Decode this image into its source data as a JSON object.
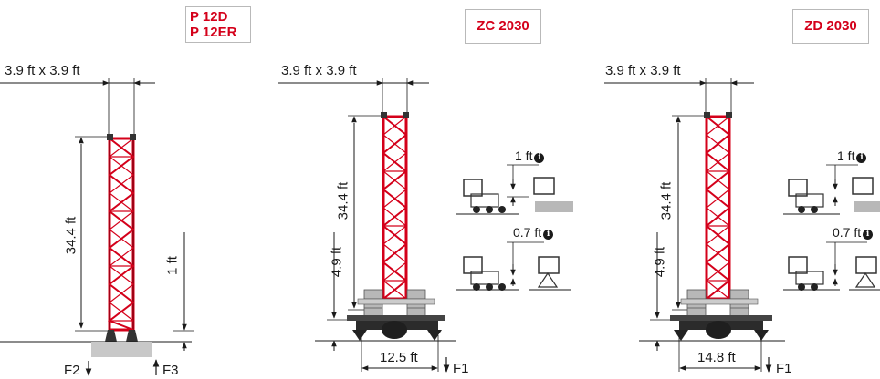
{
  "panels": [
    {
      "model_lines": [
        "P 12D",
        "P 12ER"
      ],
      "section": "3.9 ft x 3.9 ft",
      "height": "34.4 ft",
      "pad": "1 ft",
      "force_left": "F2",
      "force_right": "F3"
    },
    {
      "model_lines": [
        "ZC 2030"
      ],
      "section": "3.9 ft x 3.9 ft",
      "height": "34.4 ft",
      "base_height": "4.9 ft",
      "base_width": "12.5 ft",
      "force": "F1",
      "detail_top": "1 ft",
      "detail_bottom": "0.7 ft",
      "info_icon": "info-circle-icon"
    },
    {
      "model_lines": [
        "ZD 2030"
      ],
      "section": "3.9 ft x 3.9 ft",
      "height": "34.4 ft",
      "base_height": "4.9 ft",
      "base_width": "14.8 ft",
      "force": "F1",
      "detail_top": "1 ft",
      "detail_bottom": "0.7 ft",
      "info_icon": "info-circle-icon"
    }
  ],
  "colors": {
    "mast": "#d4001a",
    "mast_dark": "#8f0012",
    "model_text": "#d4001a",
    "ballast": "#b8b8b8",
    "ground": "#c8c8c8",
    "line": "#1a1a1a"
  }
}
